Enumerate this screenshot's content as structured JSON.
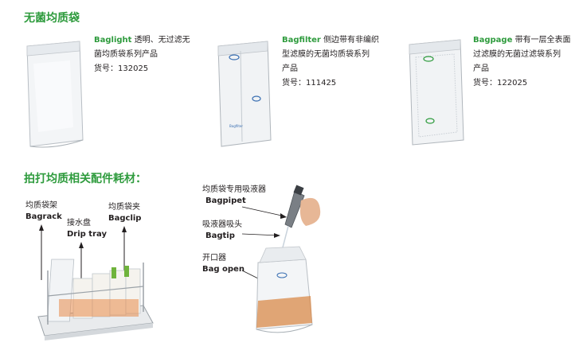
{
  "section1": {
    "title": "无菌均质袋"
  },
  "products": [
    {
      "brand": "Baglight",
      "desc_line1": "透明、无过滤无",
      "desc_line2": "菌均质袋系列产品",
      "code_label": "货号：",
      "code": "132025"
    },
    {
      "brand": "Bagfilter",
      "desc_line1": "侧边带有非编织",
      "desc_line2": "型滤膜的无菌均质袋系列",
      "desc_line3": "产品",
      "code_label": "货号：",
      "code": "111425"
    },
    {
      "brand": "Bagpage",
      "desc_line1": "带有一层全表面",
      "desc_line2": "过滤膜的无菌过滤袋系列",
      "desc_line3": "产品",
      "code_label": "货号：",
      "code": "122025"
    }
  ],
  "section2": {
    "title": "拍打均质相关配件耗材："
  },
  "accessories": {
    "bagrack_cn": "均质袋架",
    "bagrack_en": "Bagrack",
    "driptray_cn": "接水盘",
    "driptray_en": "Drip tray",
    "bagclip_cn": "均质袋夹",
    "bagclip_en": "Bagclip",
    "bagpipet_cn": "均质袋专用吸液器",
    "bagpipet_en": "Bagpipet",
    "bagtip_cn": "吸液器吸头",
    "bagtip_en": "Bagtip",
    "bagopen_cn": "开口器",
    "bagopen_en": "Bag open"
  },
  "colors": {
    "heading": "#2e9b3d",
    "text": "#231f20"
  }
}
